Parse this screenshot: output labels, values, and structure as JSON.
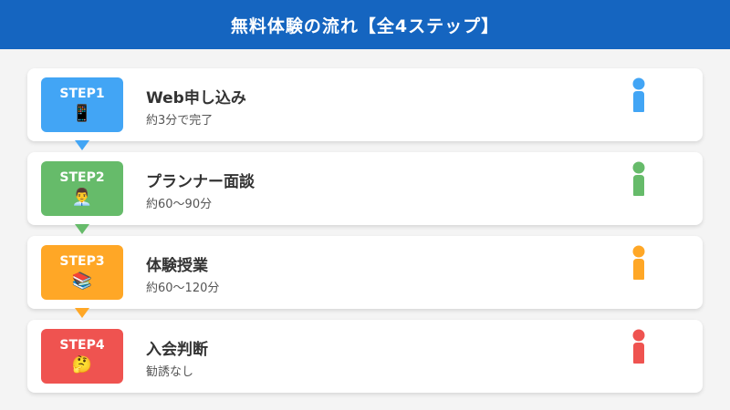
{
  "header": {
    "title": "無料体験の流れ【全4ステップ】"
  },
  "steps": [
    {
      "label": "STEP1",
      "emoji": "📱",
      "title": "Web申し込み",
      "subtitle": "約3分で完了",
      "color": "#42a5f5",
      "icon": "mobile-phone-icon"
    },
    {
      "label": "STEP2",
      "emoji": "👨‍💼",
      "title": "プランナー面談",
      "subtitle": "約60〜90分",
      "color": "#66bb6a",
      "icon": "office-worker-icon"
    },
    {
      "label": "STEP3",
      "emoji": "📚",
      "title": "体験授業",
      "subtitle": "約60〜120分",
      "color": "#ffa726",
      "icon": "books-icon"
    },
    {
      "label": "STEP4",
      "emoji": "🤔",
      "title": "入会判断",
      "subtitle": "勧誘なし",
      "color": "#ef5350",
      "icon": "thinking-face-icon"
    }
  ]
}
